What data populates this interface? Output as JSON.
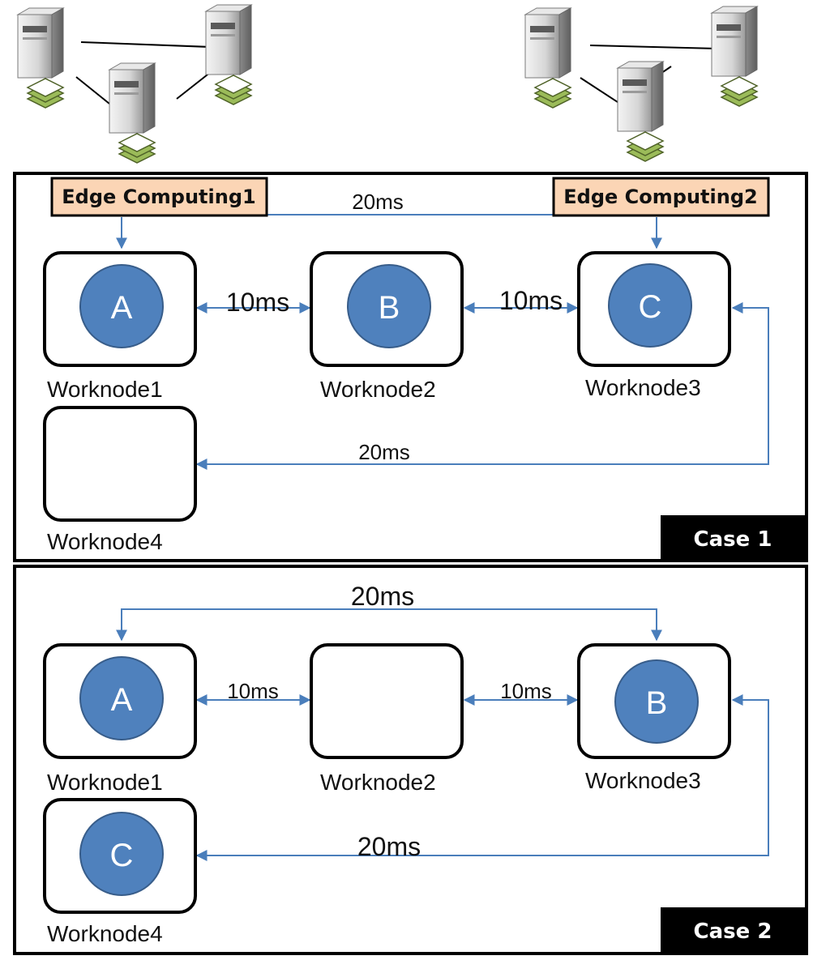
{
  "colors": {
    "arrow": "#4a7ebb",
    "node_circle": "#4f81bd",
    "node_circle_stroke": "#385d8a",
    "edge_box_fill": "#fbd5b5",
    "case_badge": "#000000",
    "stack_layer": "#9bbb59",
    "stack_layer_stroke": "#4f6228"
  },
  "icons": {
    "server_icon": "server-tower-icon",
    "stack_icon": "layer-stack-icon"
  },
  "case1": {
    "badge": "Case 1",
    "edge1_label": "Edge Computing1",
    "edge2_label": "Edge Computing2",
    "edge_link_latency": "20ms",
    "link_1_2": "10ms",
    "link_2_3": "10ms",
    "link_3_4": "20ms",
    "nodes": {
      "n1": {
        "label": "Worknode1",
        "app": "A"
      },
      "n2": {
        "label": "Worknode2",
        "app": "B"
      },
      "n3": {
        "label": "Worknode3",
        "app": "C"
      },
      "n4": {
        "label": "Worknode4",
        "app": ""
      }
    }
  },
  "case2": {
    "badge": "Case 2",
    "link_1_3": "20ms",
    "link_1_2": "10ms",
    "link_2_3": "10ms",
    "link_3_4": "20ms",
    "nodes": {
      "n1": {
        "label": "Worknode1",
        "app": "A"
      },
      "n2": {
        "label": "Worknode2",
        "app": ""
      },
      "n3": {
        "label": "Worknode3",
        "app": "B"
      },
      "n4": {
        "label": "Worknode4",
        "app": "C"
      }
    }
  }
}
